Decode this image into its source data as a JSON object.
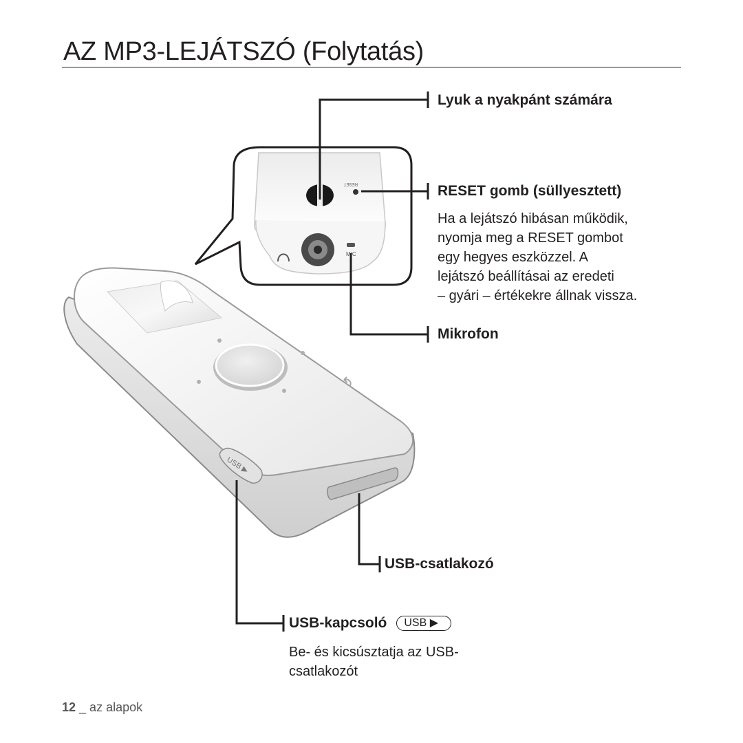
{
  "page": {
    "title": "AZ MP3-LEJÁTSZÓ (Folytatás)",
    "footer_number": "12",
    "footer_text": "_ az alapok"
  },
  "callouts": {
    "lanyard": {
      "label": "Lyuk a nyakpánt számára"
    },
    "reset": {
      "label": "RESET gomb (süllyesztett)",
      "lines": [
        "Ha a lejátszó hibásan működik,",
        "nyomja meg a RESET gombot",
        "egy hegyes eszközzel. A",
        "lejátszó beállításai az eredeti",
        "– gyári – értékekre állnak vissza."
      ]
    },
    "mic": {
      "label": "Mikrofon"
    },
    "usb_connector": {
      "label": "USB-csatlakozó"
    },
    "usb_switch": {
      "label": "USB-kapcsoló",
      "badge": "USB ▶",
      "lines": [
        "Be- és kicsúsztatja az USB-",
        "csatlakozót"
      ]
    }
  },
  "device": {
    "reset_marking": "RESET",
    "mic_marking": "MIC",
    "switch_marking": "USB ▶"
  },
  "colors": {
    "leader": "#231f20",
    "device_body": "#f4f4f4",
    "device_outline": "#8a8a8a",
    "rule": "#9a9a9a"
  }
}
